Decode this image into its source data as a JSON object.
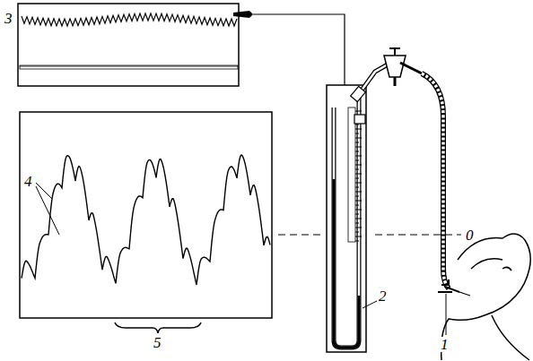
{
  "diagram": {
    "labels": [
      "3",
      "4",
      "5",
      "0",
      "2",
      "1"
    ]
  }
}
